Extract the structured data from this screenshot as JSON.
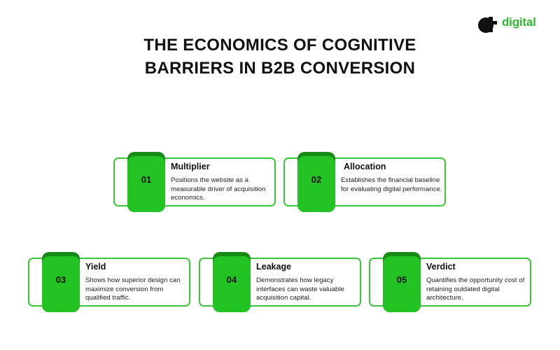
{
  "brand": {
    "word": "digital",
    "accent": "#2db82d"
  },
  "title": {
    "line1": "THE ECONOMICS OF COGNITIVE",
    "line2": "BARRIERS IN B2B CONVERSION"
  },
  "colors": {
    "border": "#3dc43d",
    "ribbon": "#22c322",
    "ribbon_dark": "#158a15"
  },
  "cards": [
    {
      "num": "01",
      "heading": "Multiplier",
      "desc": "Positions the website as a measurable driver of acquisition economics."
    },
    {
      "num": "02",
      "heading": "Allocation",
      "desc": "Establishes the financial baseline for evaluating digital performance."
    },
    {
      "num": "03",
      "heading": "Yield",
      "desc": "Shows how superior design can maximize conversion from qualified traffic."
    },
    {
      "num": "04",
      "heading": "Leakage",
      "desc": "Demonstrates how legacy interfaces can waste valuable acquisition capital."
    },
    {
      "num": "05",
      "heading": "Verdict",
      "desc": "Quantifies the opportunity cost of retaining outdated digital architecture."
    }
  ]
}
